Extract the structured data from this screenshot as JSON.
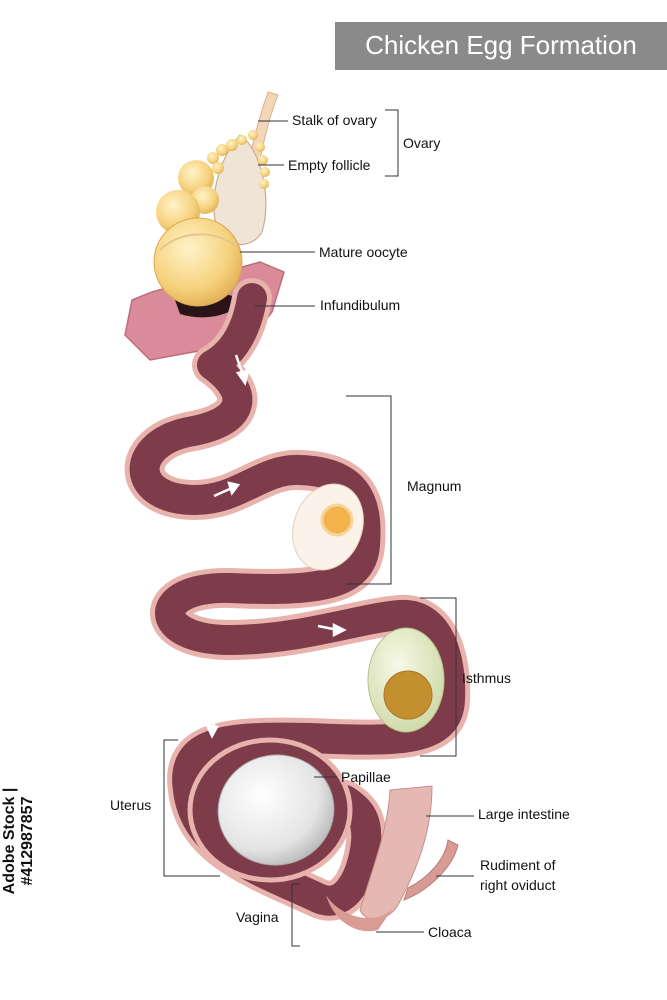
{
  "title": "Chicken Egg Formation",
  "labels": {
    "stalk": "Stalk of ovary",
    "empty_follicle": "Empty follicle",
    "ovary": "Ovary",
    "mature_oocyte": "Mature oocyte",
    "infundibulum": "Infundibulum",
    "magnum": "Magnum",
    "isthmus": "Isthmus",
    "uterus": "Uterus",
    "papillae": "Papillae",
    "large_intestine": "Large intestine",
    "rudiment_line1": "Rudiment of",
    "rudiment_line2": "right oviduct",
    "vagina": "Vagina",
    "cloaca": "Cloaca"
  },
  "watermark": "Adobe Stock | #412987857",
  "colors": {
    "oviduct_outer": "#e9b3ad",
    "oviduct_inner": "#7e3b4a",
    "yolk": "#f2b34c",
    "follicle": "#f7d98a",
    "title_bg": "#8a8a8a"
  }
}
